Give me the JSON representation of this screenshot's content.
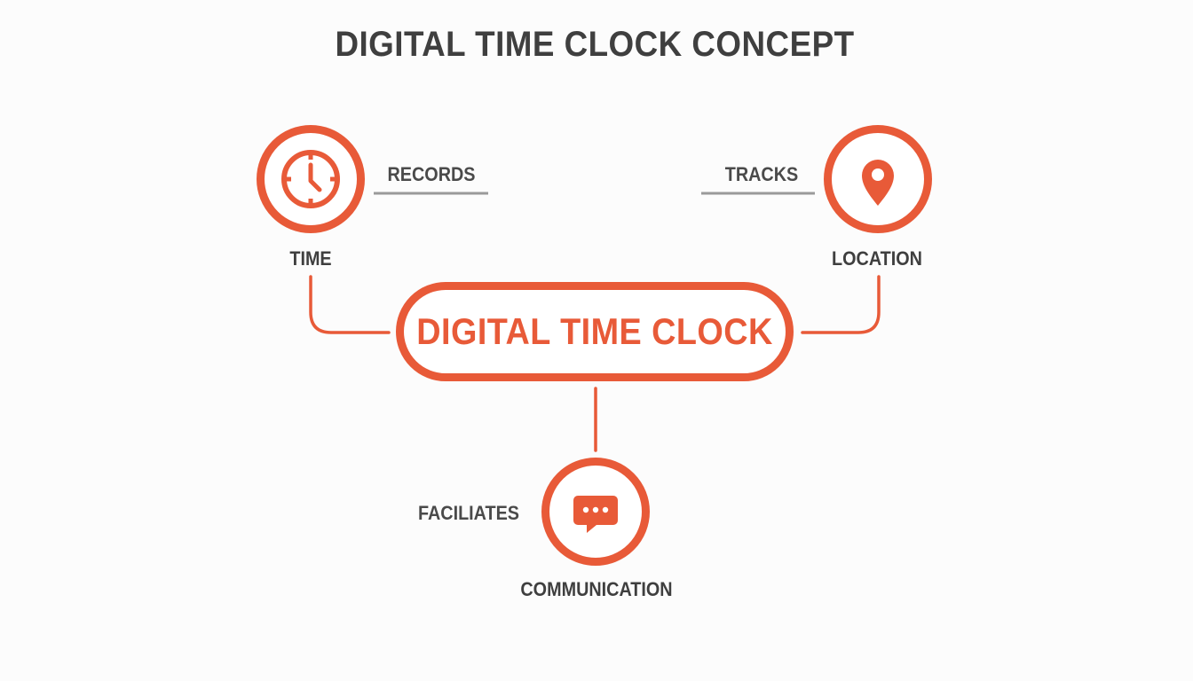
{
  "title": "DIGITAL TIME CLOCK CONCEPT",
  "colors": {
    "accent": "#e85a38",
    "text": "#3f3f3f",
    "connector_gray": "#9a9a9a",
    "background": "#fcfcfc"
  },
  "hub": {
    "label": "DIGITAL TIME CLOCK"
  },
  "nodes": {
    "time": {
      "label": "TIME",
      "relation": "RECORDS",
      "icon": "clock-icon"
    },
    "location": {
      "label": "LOCATION",
      "relation": "TRACKS",
      "icon": "map-pin-icon"
    },
    "communication": {
      "label": "COMMUNICATION",
      "relation": "FACILIATES",
      "icon": "chat-bubble-icon"
    }
  }
}
